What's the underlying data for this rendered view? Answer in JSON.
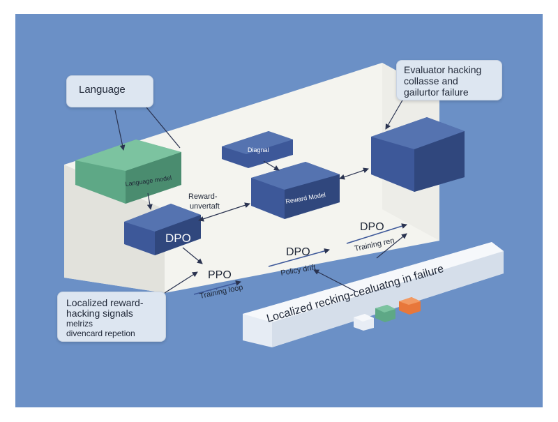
{
  "callouts": {
    "language": "Language",
    "evaluator_line1": "Evaluator hacking",
    "evaluator_line2": "collasse and",
    "evaluator_line3": "gailurtor failure",
    "localized_line1": "Localized reward-",
    "localized_line2": "hacking signals",
    "localized_line3": "melrizs",
    "localized_line4": "divencard repetion"
  },
  "boxes": {
    "language_model": "Language model",
    "dpo_box": "DPO",
    "diagnal": "Diagnal",
    "reward_model": "Reward Model"
  },
  "labels": {
    "reward_line1": "Reward-",
    "reward_line2": "unvertaft",
    "ppo": "PPO",
    "training_loop": "Training loop",
    "dpo_mid": "DPO",
    "policy_drift": "Policy drift",
    "dpo_right": "DPO",
    "training_ren": "Training ren"
  },
  "bar": {
    "text": "Localized recking-cealuatng in failure"
  },
  "colors": {
    "background": "#6b90c6",
    "platform_top": "#f4f4ef",
    "box_blue": "#3d5899",
    "box_green": "#5ea886",
    "cube_orange": "#e8773a"
  }
}
